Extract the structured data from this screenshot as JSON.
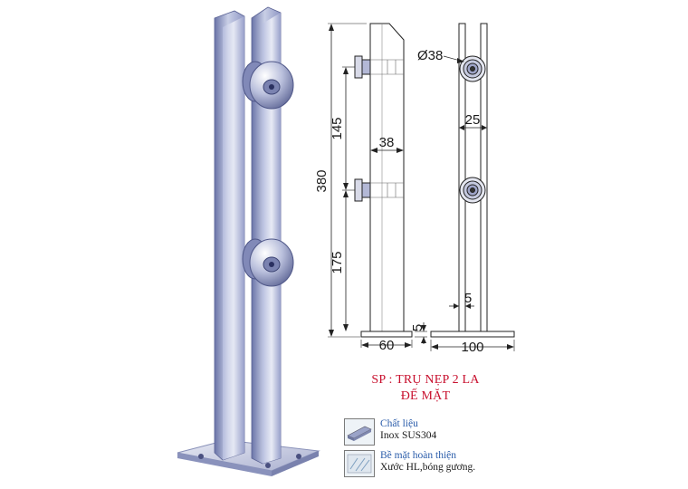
{
  "dimensions": {
    "diameter": "Ø38",
    "height_total": "380",
    "spacing_145": "145",
    "spacing_175": "175",
    "width_38": "38",
    "gap_25": "25",
    "gap_5_side": "5",
    "base_thickness_5": "5",
    "base_width_60": "60",
    "base_width_100": "100"
  },
  "caption": {
    "product_line": "SP : TRỤ NẸP 2 LA",
    "mount_line": "ĐẾ MẶT"
  },
  "specs": [
    {
      "icon": "steel-bar-icon",
      "title": "Chất liệu",
      "value": "Inox SUS304"
    },
    {
      "icon": "surface-finish-icon",
      "title": "Bề mặt hoàn thiện",
      "value": "Xước HL,bóng gương."
    }
  ]
}
